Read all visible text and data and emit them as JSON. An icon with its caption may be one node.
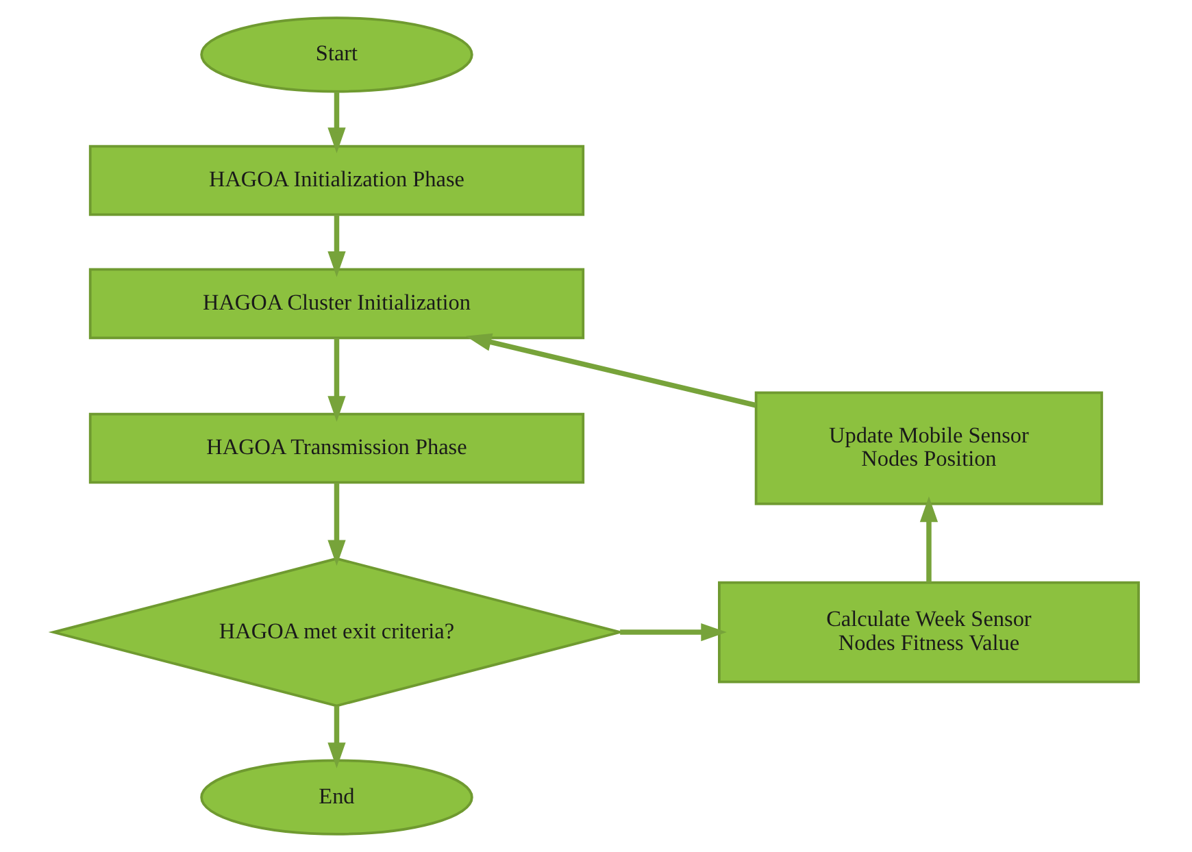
{
  "diagram": {
    "nodes": [
      {
        "text": [
          "Start"
        ]
      },
      {
        "text": [
          "HAGOA Initialization Phase"
        ]
      },
      {
        "text": [
          "HAGOA Cluster Initialization"
        ]
      },
      {
        "text": [
          "HAGOA Transmission Phase"
        ]
      },
      {
        "text": [
          "HAGOA met exit criteria?"
        ]
      },
      {
        "text": [
          "End"
        ]
      },
      {
        "text": [
          "Calculate Week Sensor Nodes Fitness Value"
        ]
      },
      {
        "text": [
          "Update Mobile Sensor Nodes Position"
        ]
      }
    ],
    "edges": [
      {
        "from": 0,
        "to": 1,
        "arrow": "to"
      },
      {
        "from": 1,
        "to": 2,
        "arrow": "to"
      },
      {
        "from": 2,
        "to": 3,
        "arrow": "to"
      },
      {
        "from": 3,
        "to": 4,
        "arrow": "to"
      },
      {
        "from": 4,
        "to": 5,
        "arrow": "to"
      },
      {
        "from": 4,
        "to": 6,
        "arrow": "to"
      },
      {
        "from": 6,
        "to": 7,
        "arrow": "to"
      },
      {
        "from": 7,
        "to": 2,
        "arrow": "to"
      }
    ]
  }
}
